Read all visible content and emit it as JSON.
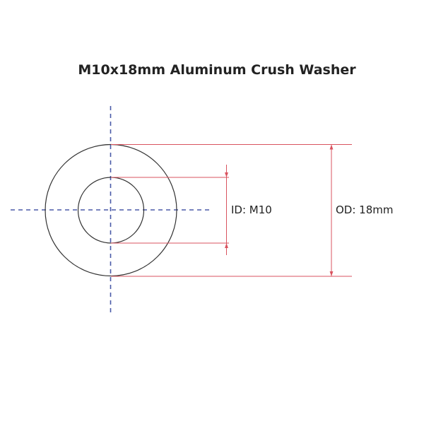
{
  "title": "M10x18mm Aluminum Crush  Washer",
  "dimensions": {
    "inner": {
      "label": "ID: M10"
    },
    "outer": {
      "label": "OD: 18mm"
    }
  },
  "colors": {
    "dimension_lines": "#d9535f",
    "center_lines": "#4a5aa8",
    "outline": "#333333",
    "text": "#222222",
    "background": "#ffffff"
  }
}
